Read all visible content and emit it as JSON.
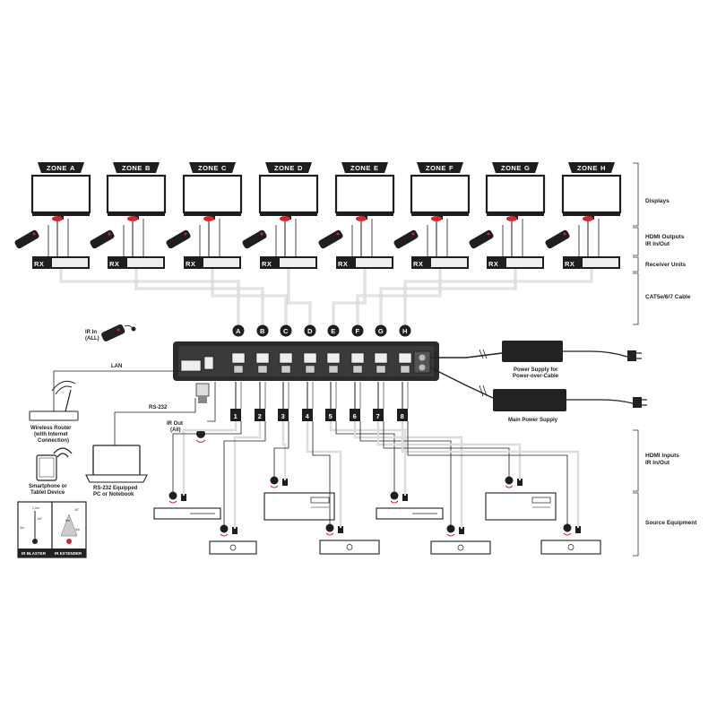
{
  "zones": [
    {
      "prefix": "ZONE",
      "letter": "A",
      "rx": "RX"
    },
    {
      "prefix": "ZONE",
      "letter": "B",
      "rx": "RX"
    },
    {
      "prefix": "ZONE",
      "letter": "C",
      "rx": "RX"
    },
    {
      "prefix": "ZONE",
      "letter": "D",
      "rx": "RX"
    },
    {
      "prefix": "ZONE",
      "letter": "E",
      "rx": "RX"
    },
    {
      "prefix": "ZONE",
      "letter": "F",
      "rx": "RX"
    },
    {
      "prefix": "ZONE",
      "letter": "G",
      "rx": "RX"
    },
    {
      "prefix": "ZONE",
      "letter": "H",
      "rx": "RX"
    }
  ],
  "outputs": [
    "A",
    "B",
    "C",
    "D",
    "E",
    "F",
    "G",
    "H"
  ],
  "inputs": [
    "1",
    "2",
    "3",
    "4",
    "5",
    "6",
    "7",
    "8"
  ],
  "side_labels": {
    "displays": "Displays",
    "hdmi_outputs_line1": "HDMI Outputs",
    "hdmi_outputs_line2": "IR In/Out",
    "receiver_units": "Receiver Units",
    "cable": "CAT5e/6/7 Cable",
    "hdmi_inputs_line1": "HDMI Inputs",
    "hdmi_inputs_line2": "IR In/Out",
    "source_equipment": "Source Equipment"
  },
  "labels": {
    "ir_in_line1": "IR In",
    "ir_in_line2": "(ALL)",
    "lan": "LAN",
    "rs232": "RS-232",
    "ir_out_line1": "IR Out",
    "ir_out_line2": "(All)",
    "router_line1": "Wireless Router",
    "router_line2": "(with Internet",
    "router_line3": "Connection)",
    "phone_line1": "Smartphone or",
    "phone_line2": "Tablet Device",
    "pc_line1": "RS-232 Equipped",
    "pc_line2": "PC or Notebook",
    "psu1_line1": "Power Supply for",
    "psu1_line2": "Power-over-Cable",
    "psu2": "Main Power Supply",
    "ir_blaster": "IR BLASTER",
    "ir_extender": "IR EXTENDER"
  },
  "colors": {
    "ink": "#1e1e1e",
    "accent_red": "#d6262b",
    "cable_gray": "#b8b8b8",
    "paper": "#ffffff"
  }
}
